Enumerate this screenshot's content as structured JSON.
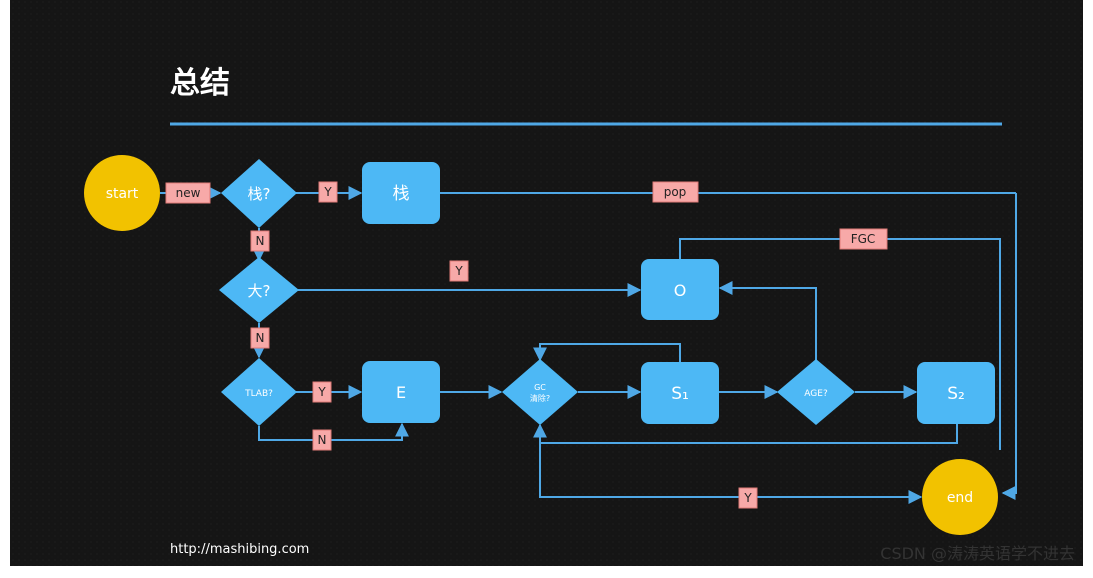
{
  "title": "总结",
  "url": "http://mashibing.com",
  "watermark": "CSDN @涛涛英语学不进去",
  "colors": {
    "board": "#141414",
    "node": "#4db8f5",
    "line": "#4fa8e6",
    "terminal": "#f2c200",
    "label_bg": "#f7a9a8",
    "label_border": "#e07a78"
  },
  "nodes": {
    "start": "start",
    "stack_q": "栈?",
    "stack": "栈",
    "big_q": "大?",
    "old": "O",
    "tlab_q": "TLAB?",
    "eden": "E",
    "gc_q_line1": "GC",
    "gc_q_line2": "清除?",
    "s1": "S₁",
    "age_q": "AGE?",
    "s2": "S₂",
    "end": "end"
  },
  "edge_labels": {
    "new": "new",
    "stack_yes": "Y",
    "pop": "pop",
    "stack_no": "N",
    "fgc": "FGC",
    "big_yes": "Y",
    "big_no": "N",
    "tlab_yes": "Y",
    "tlab_no": "N",
    "gc_yes": "Y"
  }
}
